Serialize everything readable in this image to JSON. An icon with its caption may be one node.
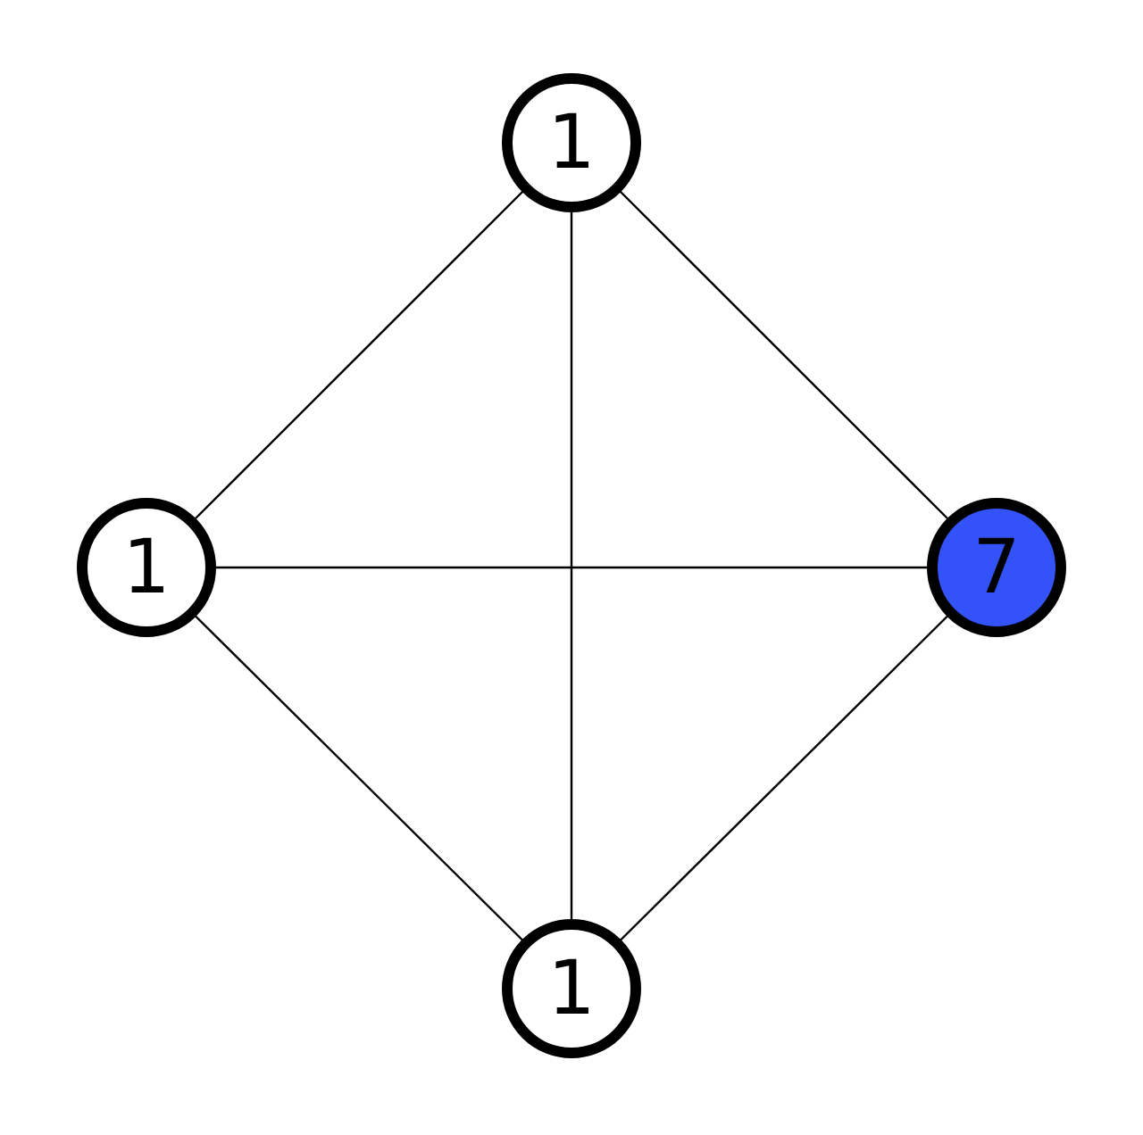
{
  "diagram": {
    "nodes": [
      {
        "text": [
          "1"
        ]
      },
      {
        "text": [
          "1"
        ]
      },
      {
        "text": [
          "7"
        ]
      },
      {
        "text": [
          "1"
        ]
      }
    ],
    "edges": [
      {
        "from": 0,
        "to": 1,
        "arrow": "none"
      },
      {
        "from": 0,
        "to": 2,
        "arrow": "none"
      },
      {
        "from": 0,
        "to": 3,
        "arrow": "none"
      },
      {
        "from": 1,
        "to": 2,
        "arrow": "none"
      },
      {
        "from": 1,
        "to": 3,
        "arrow": "none"
      },
      {
        "from": 2,
        "to": 3,
        "arrow": "none"
      }
    ]
  }
}
